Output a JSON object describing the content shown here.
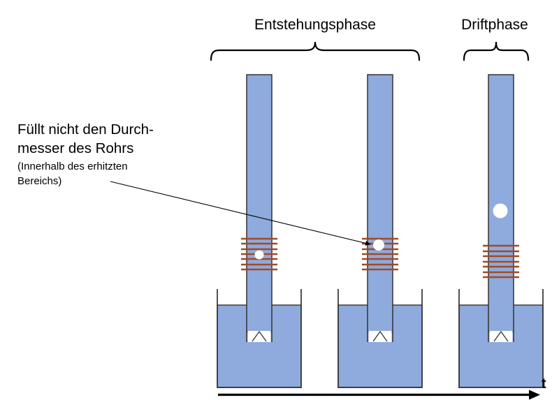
{
  "labels": {
    "entstehungsphase": "Entstehungsphase",
    "driftphase": "Driftphase",
    "time_axis": "t"
  },
  "annotation": {
    "line1": "Füllt nicht den Durch-",
    "line2": "messer des Rohrs",
    "line3": "(Innerhalb des erhitzten",
    "line4": "Bereichs)"
  },
  "colors": {
    "tube_fill": "#8FAADC",
    "water_fill": "#8FAADC",
    "outline": "#333333",
    "coil": "#A14A26",
    "bubble": "#FFFFFF",
    "brace": "#000000",
    "text": "#000000"
  }
}
